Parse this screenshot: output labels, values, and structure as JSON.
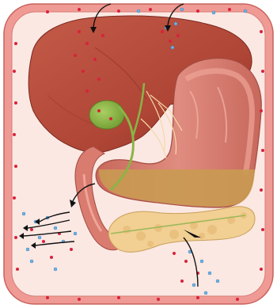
{
  "figure": {
    "labels": [],
    "icons": {
      "vessel": "blood-vessel-frame",
      "liver": "liver",
      "gallbladder": "gallbladder",
      "stomach": "stomach",
      "duodenum": "duodenum",
      "pancreas": "pancreas",
      "arrows": "flow-arrow"
    },
    "colors": {
      "vessel_wall": "#e98a86",
      "vessel_lumen": "#fbe3de",
      "liver": "#b5493a",
      "stomach": "#d97b6f",
      "stomach_lining": "#eea497",
      "gallbladder": "#8ab447",
      "chyme": "#c99a52",
      "pancreas": "#f2cf93",
      "red_dot": "#d9223b",
      "blue_dot": "#6fb6e8"
    }
  }
}
